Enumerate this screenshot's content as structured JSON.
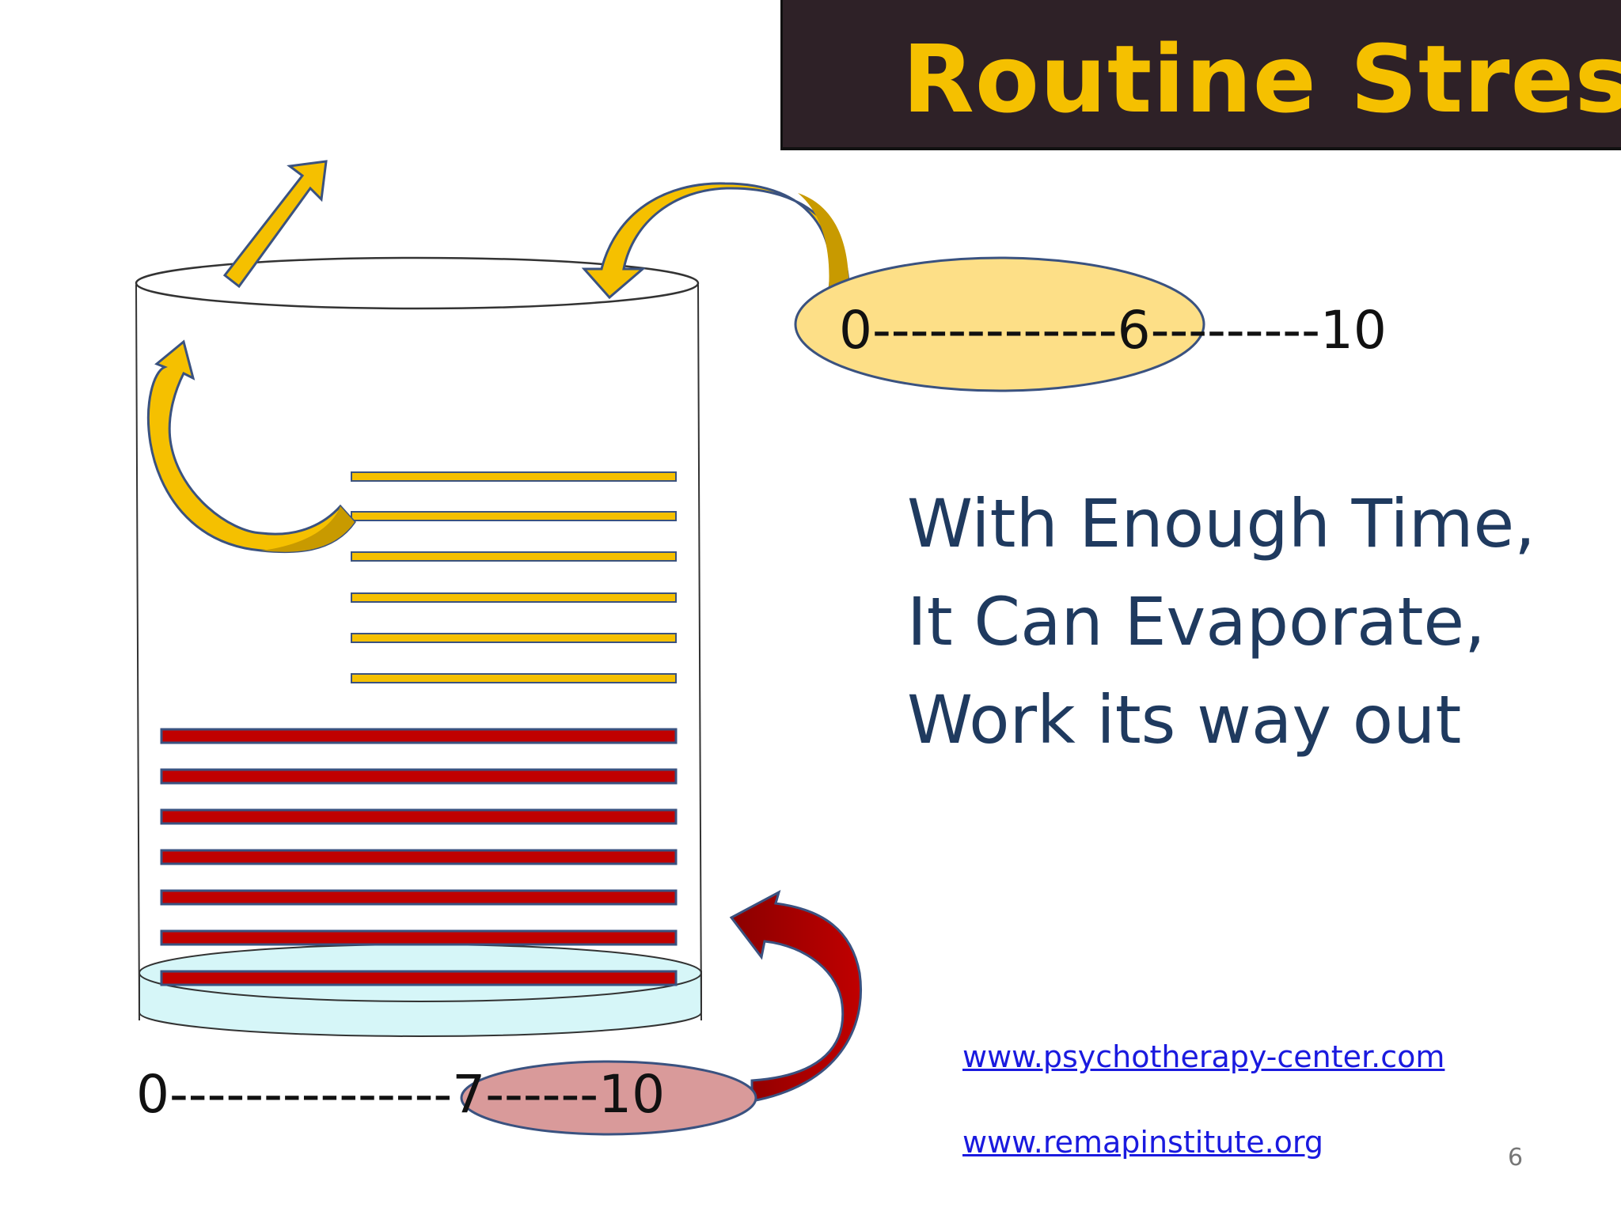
{
  "slide": {
    "title": "Routine Stress",
    "body_lines": [
      "With Enough Time,",
      "It Can Evaporate,",
      "Work its way out"
    ],
    "top_scale": "0-------------6---------10",
    "bottom_scale": "0---------------7------10",
    "links": [
      "www.psychotherapy-center.com",
      "www.remapinstitute.org"
    ],
    "page_number": "6"
  },
  "colors": {
    "title_bg": "#2e2127",
    "title_text": "#f5c000",
    "body_text": "#1f3a5f",
    "gold": "#f5c000",
    "dark_gold": "#c89a00",
    "red": "#c00000",
    "dark_red": "#8b0000",
    "outline": "#3a5280",
    "top_ellipse_fill": "#fddf87",
    "bottom_ellipse_fill": "#d99a9a",
    "water": "#d6f6f8",
    "link": "#1a1adf"
  },
  "icons": {
    "evaporation_arrow": "arrow-up-right-icon",
    "inflow_arrow": "curved-arrow-icon",
    "release_arrow": "curved-arrow-up-icon",
    "incoming_red_arrow": "curved-arrow-left-icon"
  }
}
